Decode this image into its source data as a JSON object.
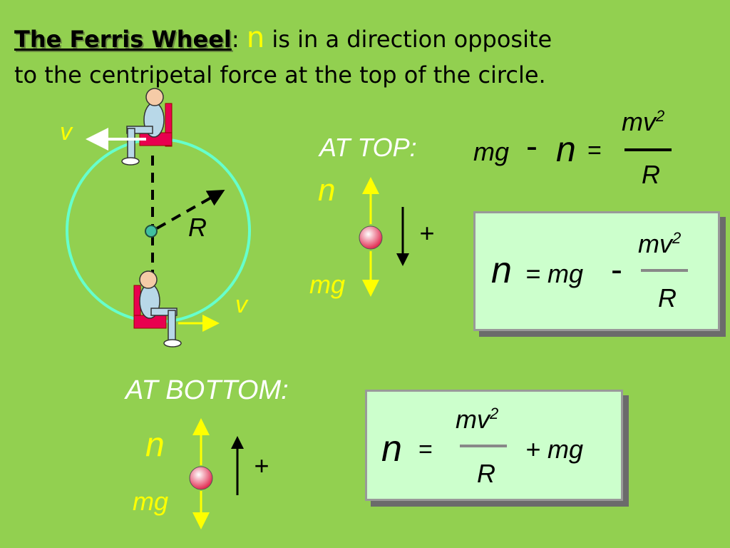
{
  "title": {
    "bold": "The Ferris Wheel",
    "colon": ":",
    "n": "n",
    "rest": " is in a direction opposite",
    "line2": "to the centripetal force at the top of the circle."
  },
  "diagram": {
    "v_top": "v",
    "v_bottom": "v",
    "radius": "R"
  },
  "top": {
    "heading": "AT TOP:",
    "n": "n",
    "mg": "mg",
    "plus": "+",
    "eq": {
      "lhs1": "mg",
      "minus": "-",
      "n": "n",
      "equals": "=",
      "num": "mv",
      "exp": "2",
      "den": "R"
    },
    "boxed": {
      "n": "n",
      "eq_mg": "= mg",
      "minus": "-",
      "num": "mv",
      "exp": "2",
      "den": "R"
    }
  },
  "bottom": {
    "heading": "AT BOTTOM:",
    "n": "n",
    "mg": "mg",
    "plus": "+",
    "boxed": {
      "n": "n",
      "equals": "=",
      "num": "mv",
      "exp": "2",
      "den": "R",
      "plus_mg": "+  mg"
    }
  }
}
